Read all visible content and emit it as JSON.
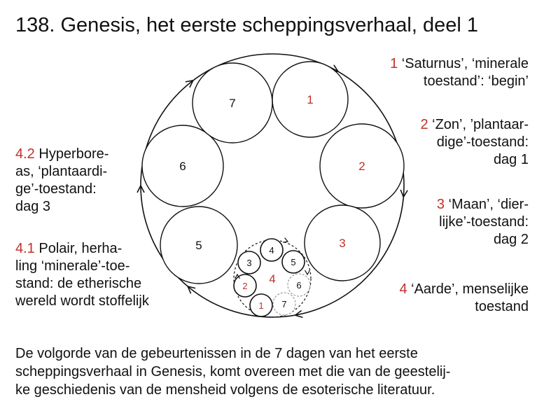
{
  "title": "138. Genesis, het eerste scheppingsverhaal, deel 1",
  "colors": {
    "accent": "#c0302a",
    "ink": "#111111",
    "dashed": "#8a8a8a"
  },
  "large_circles": [
    {
      "label": "1",
      "highlight": true
    },
    {
      "label": "2",
      "highlight": true
    },
    {
      "label": "3",
      "highlight": true
    },
    {
      "label": "4",
      "highlight": true
    },
    {
      "label": "5",
      "highlight": false
    },
    {
      "label": "6",
      "highlight": false
    },
    {
      "label": "7",
      "highlight": false
    }
  ],
  "small_circles": [
    {
      "label": "1",
      "highlight": true,
      "dashed": false
    },
    {
      "label": "2",
      "highlight": true,
      "dashed": false
    },
    {
      "label": "3",
      "highlight": false,
      "dashed": false
    },
    {
      "label": "4",
      "highlight": false,
      "dashed": false
    },
    {
      "label": "5",
      "highlight": false,
      "dashed": false
    },
    {
      "label": "6",
      "highlight": false,
      "dashed": true
    },
    {
      "label": "7",
      "highlight": false,
      "dashed": true
    }
  ],
  "labels": {
    "l1": {
      "num": "1",
      "lines": [
        " ‘Saturnus’, ‘minerale",
        "toestand’: ‘begin’"
      ]
    },
    "l2": {
      "num": "2",
      "lines": [
        " ‘Zon’, ’plantaar-",
        "dige’-toestand:",
        "dag 1"
      ]
    },
    "l3": {
      "num": "3",
      "lines": [
        " ‘Maan’, ‘dier-",
        "lijke’-toestand:",
        "dag 2"
      ]
    },
    "l4": {
      "num": "4",
      "lines": [
        " ‘Aarde’, menselijke",
        "toestand"
      ]
    },
    "l42": {
      "num": "4.2",
      "lines": [
        " Hyperbore-",
        "as, ‘plantaardi-",
        "ge’-toestand:",
        "dag 3"
      ]
    },
    "l41": {
      "num": "4.1",
      "lines": [
        " Polair, herha-",
        "ling ‘minerale’-toe-",
        "stand: de etherische",
        "wereld wordt stoffelijk"
      ]
    }
  },
  "footer": {
    "lines": [
      "De volgorde van de gebeurtenissen in de 7 dagen van het eerste",
      "scheppingsverhaal in Genesis, komt overeen met die van de geestelij-",
      "ke geschiedenis van de mensheid volgens de esoterische literatuur."
    ]
  }
}
